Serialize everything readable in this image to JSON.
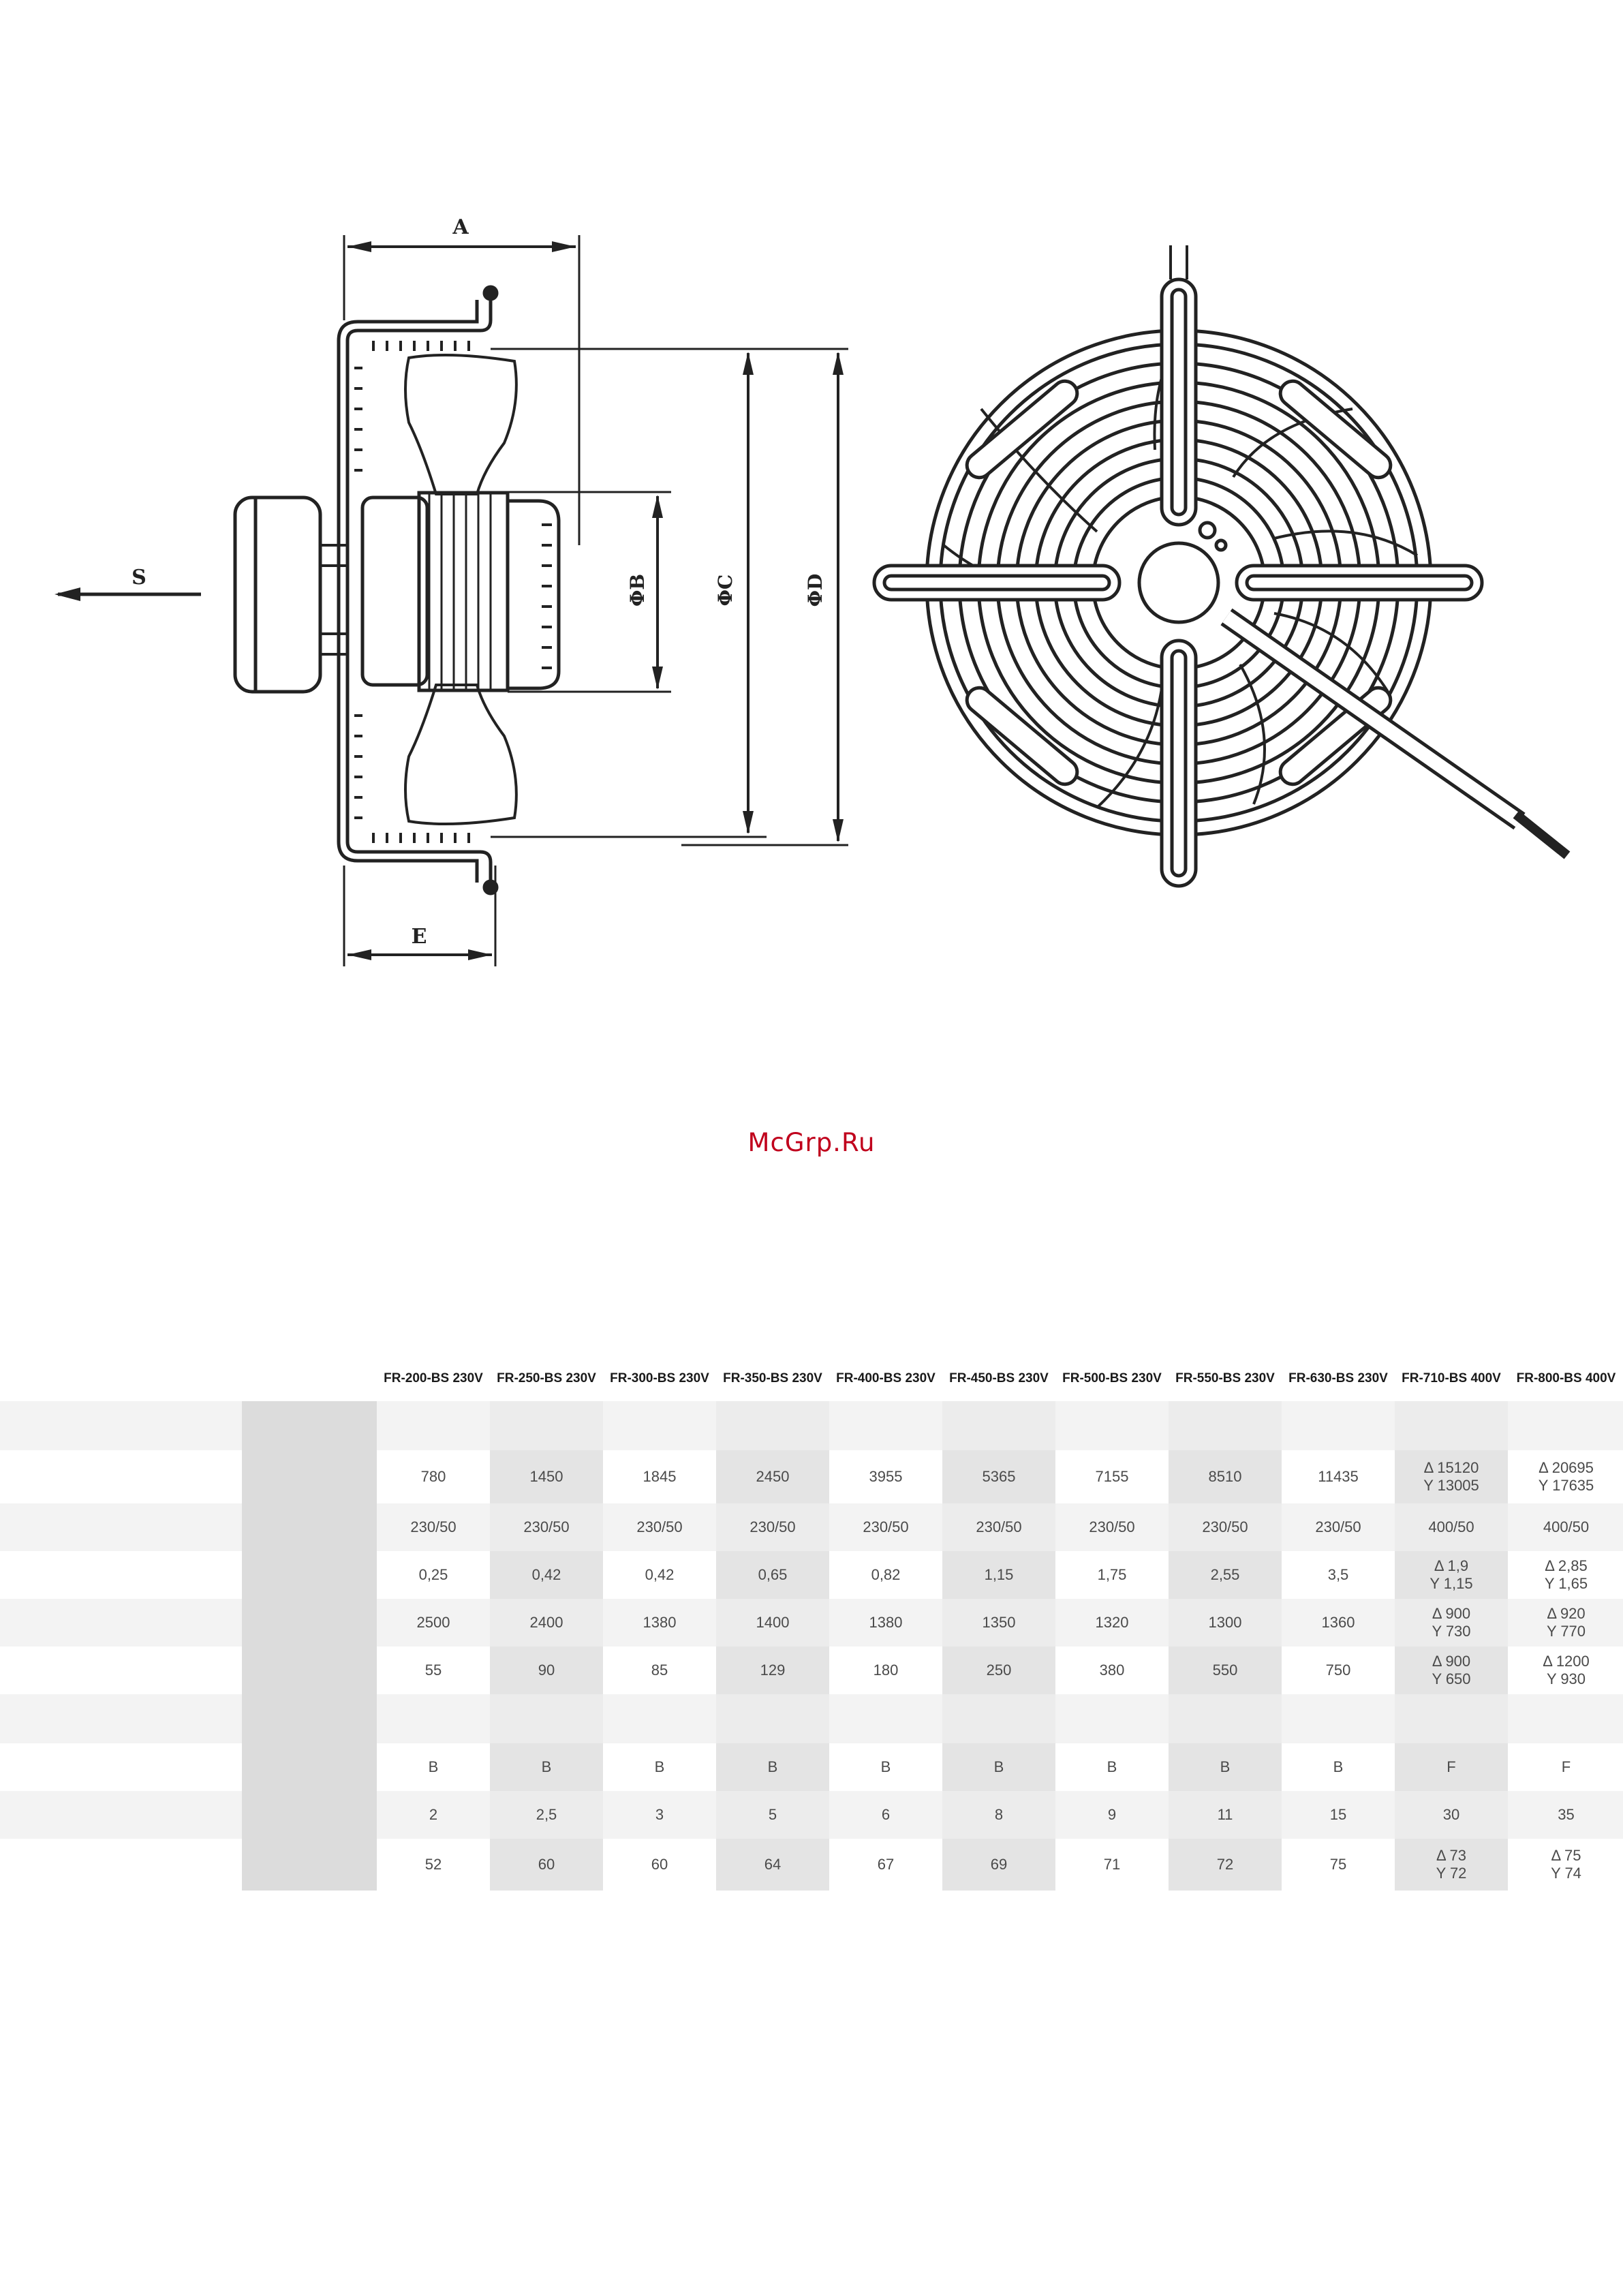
{
  "drawing": {
    "labels": {
      "a": "A",
      "e": "E",
      "s": "S",
      "b": "ΦB",
      "c": "ΦC",
      "d": "ΦD"
    }
  },
  "watermark": "McGrp.Ru",
  "table": {
    "models": [
      "FR-200-BS 230V",
      "FR-250-BS 230V",
      "FR-300-BS 230V",
      "FR-350-BS 230V",
      "FR-400-BS 230V",
      "FR-450-BS 230V",
      "FR-500-BS 230V",
      "FR-550-BS 230V",
      "FR-630-BS 230V",
      "FR-710-BS 400V",
      "FR-800-BS 400V"
    ],
    "rows": [
      [
        "",
        "",
        "",
        "",
        "",
        "",
        "",
        "",
        "",
        "",
        ""
      ],
      [
        "780",
        "1450",
        "1845",
        "2450",
        "3955",
        "5365",
        "7155",
        "8510",
        "11435",
        "Δ 15120\nY 13005",
        "Δ 20695\nY 17635"
      ],
      [
        "230/50",
        "230/50",
        "230/50",
        "230/50",
        "230/50",
        "230/50",
        "230/50",
        "230/50",
        "230/50",
        "400/50",
        "400/50"
      ],
      [
        "0,25",
        "0,42",
        "0,42",
        "0,65",
        "0,82",
        "1,15",
        "1,75",
        "2,55",
        "3,5",
        "Δ 1,9\nY 1,15",
        "Δ 2,85\nY 1,65"
      ],
      [
        "2500",
        "2400",
        "1380",
        "1400",
        "1380",
        "1350",
        "1320",
        "1300",
        "1360",
        "Δ 900\nY 730",
        "Δ 920\nY 770"
      ],
      [
        "55",
        "90",
        "85",
        "129",
        "180",
        "250",
        "380",
        "550",
        "750",
        "Δ 900\nY 650",
        "Δ 1200\nY 930"
      ],
      [
        "",
        "",
        "",
        "",
        "",
        "",
        "",
        "",
        "",
        "",
        ""
      ],
      [
        "B",
        "B",
        "B",
        "B",
        "B",
        "B",
        "B",
        "B",
        "B",
        "F",
        "F"
      ],
      [
        "2",
        "2,5",
        "3",
        "5",
        "6",
        "8",
        "9",
        "11",
        "15",
        "30",
        "35"
      ],
      [
        "52",
        "60",
        "60",
        "64",
        "67",
        "69",
        "71",
        "72",
        "75",
        "Δ 73\nY 72",
        "Δ 75\nY 74"
      ]
    ]
  }
}
